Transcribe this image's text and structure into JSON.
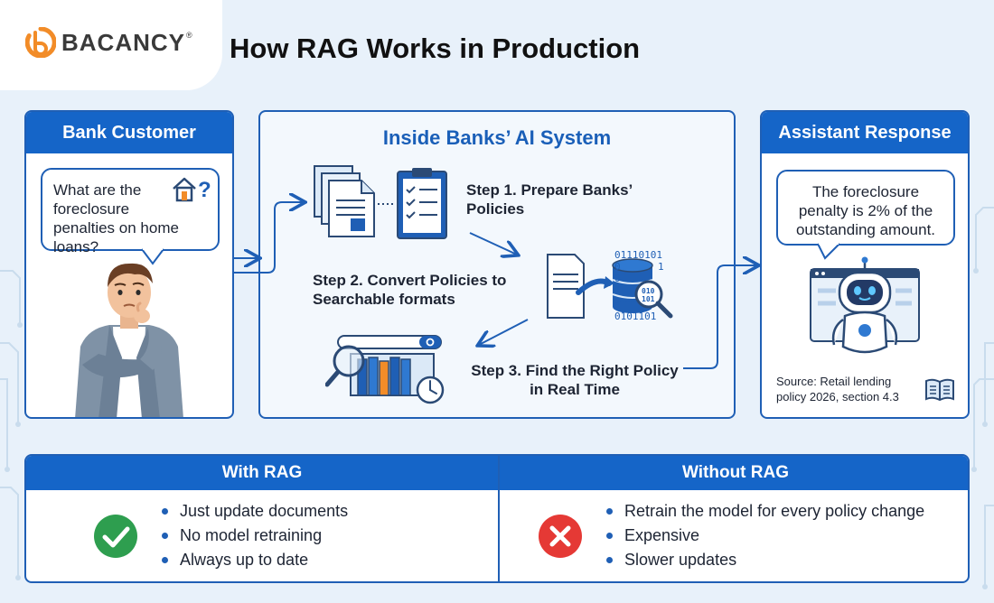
{
  "brand": {
    "name": "BACANCY",
    "registered": "®",
    "colors": {
      "primary": "#1565c8",
      "accent_orange": "#f28c28",
      "check_green": "#2e9e4f",
      "cross_red": "#e53935"
    }
  },
  "title": "How RAG Works in Production",
  "customer": {
    "heading": "Bank Customer",
    "question": "What are the foreclosure penalties on home loans?",
    "icons": [
      "house-question-icon",
      "person-thinking-illustration"
    ]
  },
  "system": {
    "heading": "Inside Banks’ AI System",
    "steps": [
      {
        "label": "Step 1. Prepare Banks’ Policies",
        "icon": "documents-checklist-icon"
      },
      {
        "label": "Step 2. Convert Policies to Searchable formats",
        "icon": "database-binary-icon"
      },
      {
        "label": "Step 3. Find the Right Policy in Real Time",
        "icon": "search-index-clock-icon"
      }
    ],
    "binary_lines": [
      "01110101",
      "0",
      "0",
      "1",
      "0",
      "1",
      "0101101"
    ],
    "mini_binary": [
      "010",
      "101"
    ]
  },
  "response": {
    "heading": "Assistant Response",
    "answer": "The foreclosure penalty is 2% of the outstanding amount.",
    "source": "Source: Retail lending policy 2026, section 4.3",
    "icons": [
      "robot-assistant-icon",
      "open-book-icon"
    ]
  },
  "comparison": {
    "with_rag": {
      "heading": "With RAG",
      "items": [
        "Just update documents",
        "No model retraining",
        "Always up to date"
      ],
      "icon": "check-circle-icon"
    },
    "without_rag": {
      "heading": "Without RAG",
      "items": [
        "Retrain the model for every policy change",
        "Expensive",
        "Slower updates"
      ],
      "icon": "x-circle-icon"
    }
  }
}
